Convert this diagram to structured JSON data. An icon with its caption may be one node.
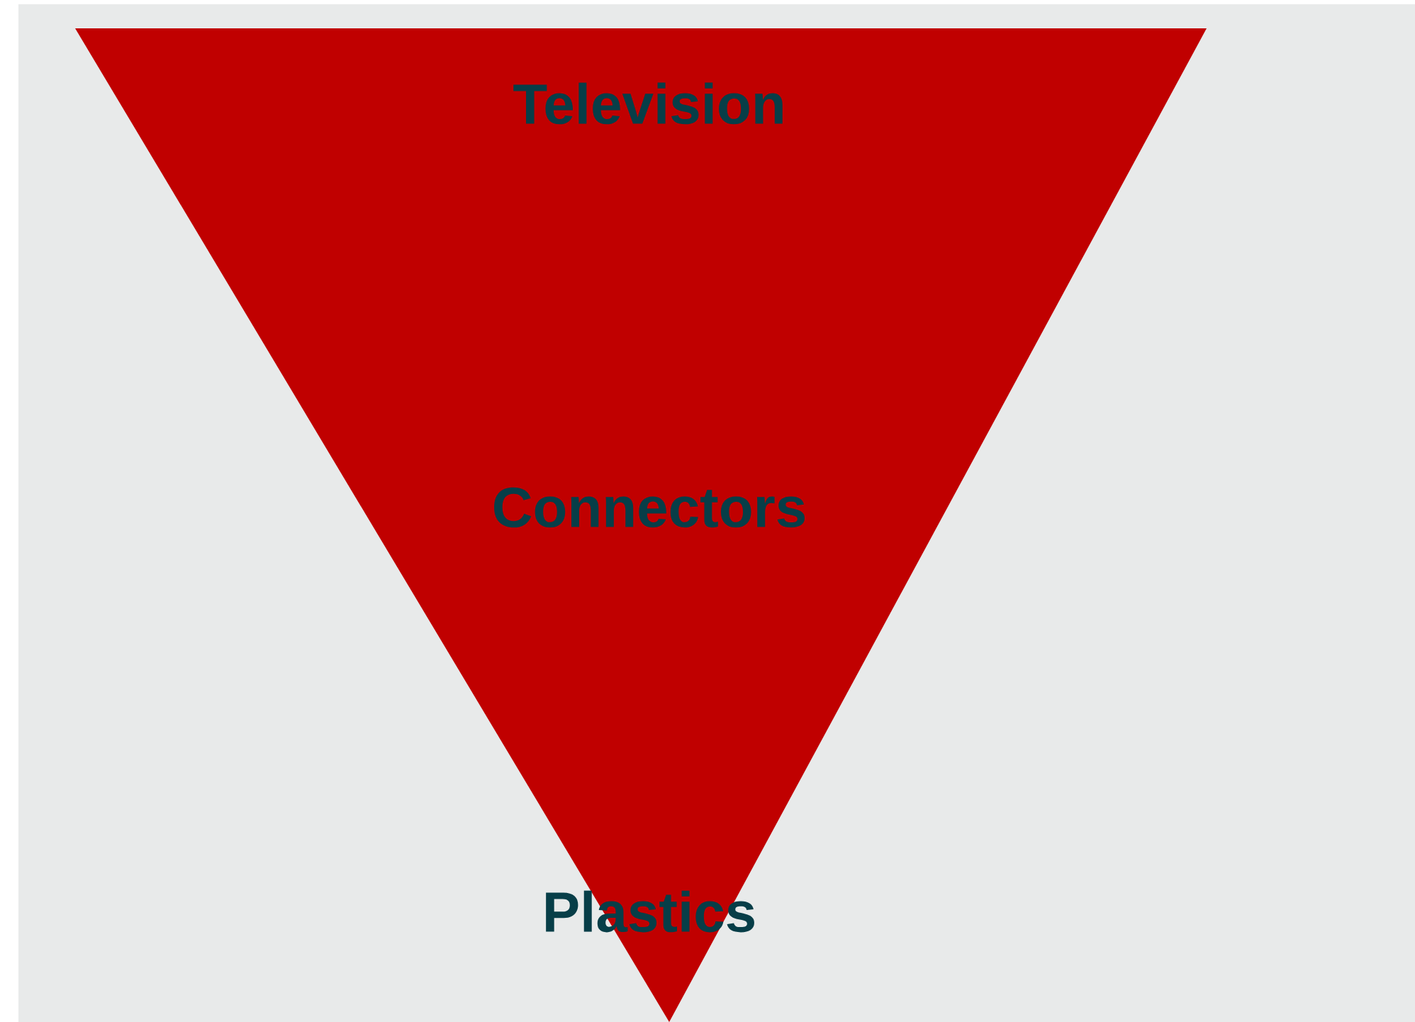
{
  "diagram": {
    "nodes": [
      {
        "text": [
          "Television",
          "Connectors",
          "Plastics"
        ]
      }
    ]
  }
}
